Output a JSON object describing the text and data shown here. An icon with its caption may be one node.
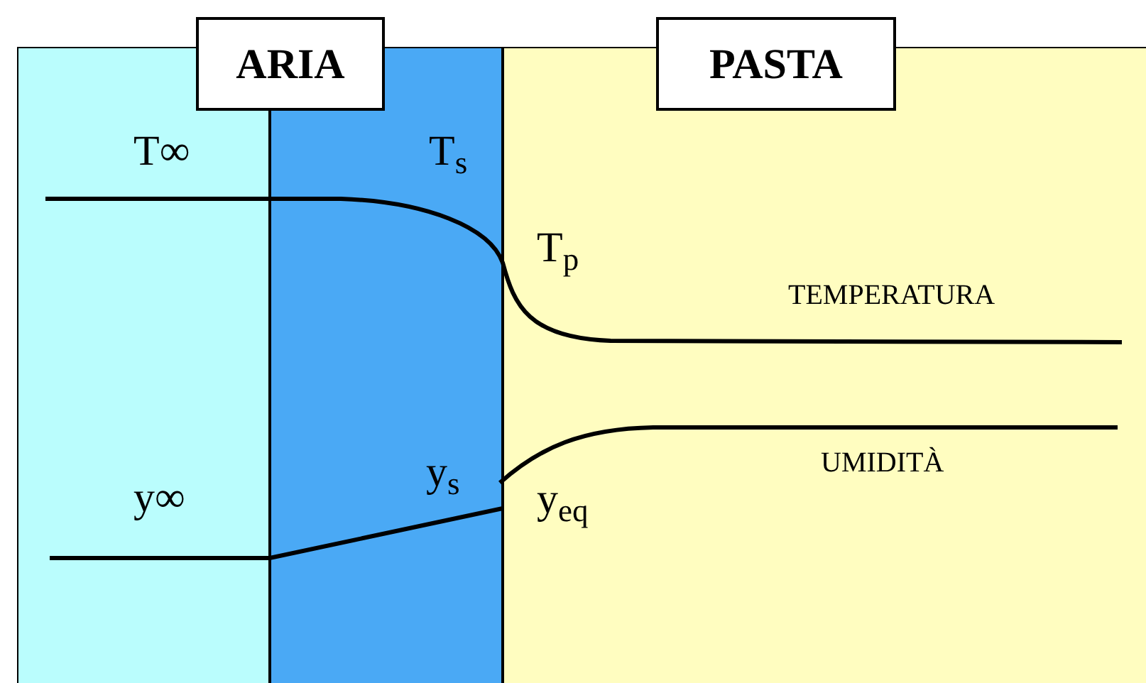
{
  "diagram": {
    "nodes": [
      {
        "text": [
          "ARIA"
        ]
      },
      {
        "text": [
          "PASTA"
        ]
      }
    ],
    "edges": [],
    "labels": [
      "T∞",
      "T$_{s}$",
      "T$_{p}$",
      "TEMPERATURA",
      "UMIDITÀ",
      "y$_{s}$",
      "y∞",
      "y$_{eq}$"
    ]
  }
}
